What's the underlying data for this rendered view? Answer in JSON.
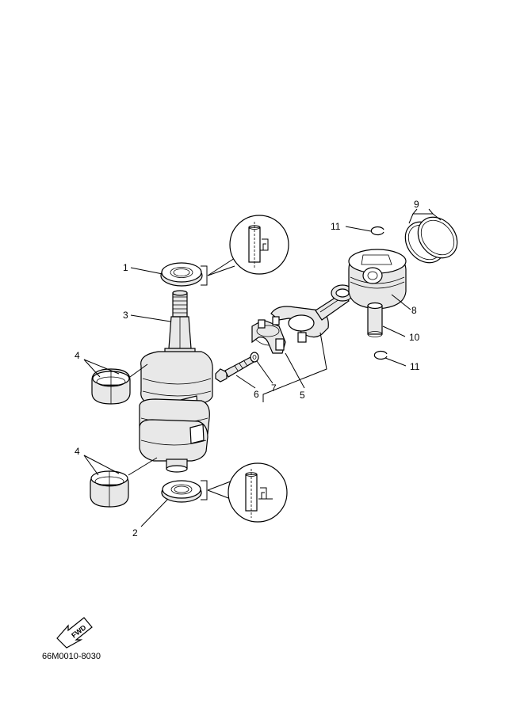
{
  "callouts": {
    "c1": "1",
    "c2": "2",
    "c3": "3",
    "c4a": "4",
    "c4b": "4",
    "c5": "5",
    "c6": "6",
    "c7": "7",
    "c8": "8",
    "c9": "9",
    "c10": "10",
    "c11a": "11",
    "c11b": "11"
  },
  "fwd_label": "FWD",
  "diagram_code": "66M0010-8030",
  "icons": {
    "fwd_arrow": "fwd-arrow-icon"
  }
}
